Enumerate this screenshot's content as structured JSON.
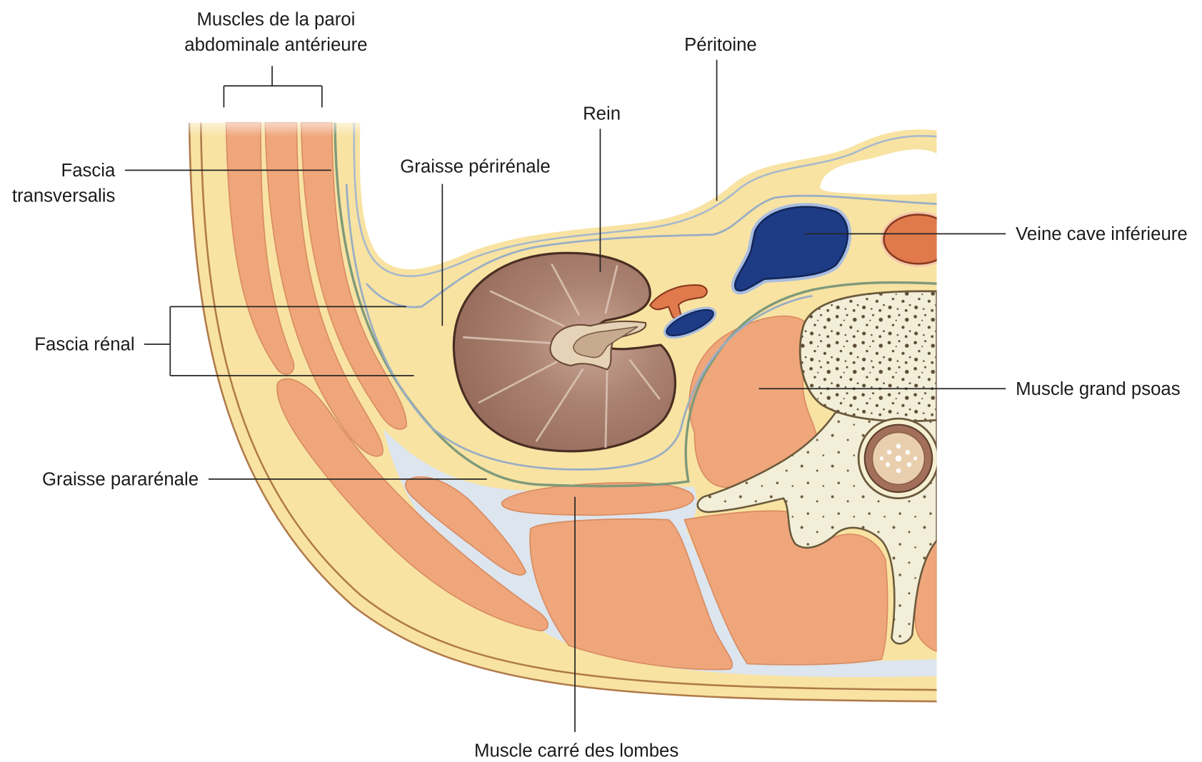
{
  "labels": {
    "muscles_paroi": [
      "Muscles de la paroi",
      "abdominale antérieure"
    ],
    "peritoine": "Péritoine",
    "rein": "Rein",
    "graisse_perirenale": "Graisse périrénale",
    "fascia_transversalis": [
      "Fascia",
      "transversalis"
    ],
    "veine_cave_inferieure": "Veine cave inférieure",
    "fascia_renal": "Fascia rénal",
    "muscle_grand_psoas": "Muscle grand psoas",
    "graisse_pararenale": "Graisse pararénale",
    "muscle_carre_des_lombes": "Muscle carré des lombes"
  },
  "colors": {
    "fat": "#f8e3a3",
    "muscle": "#f0a67b",
    "vein": "#1e3b86",
    "artery": "#e07a4c",
    "connective": "#dde5ee",
    "bone": "#f2eed8"
  }
}
